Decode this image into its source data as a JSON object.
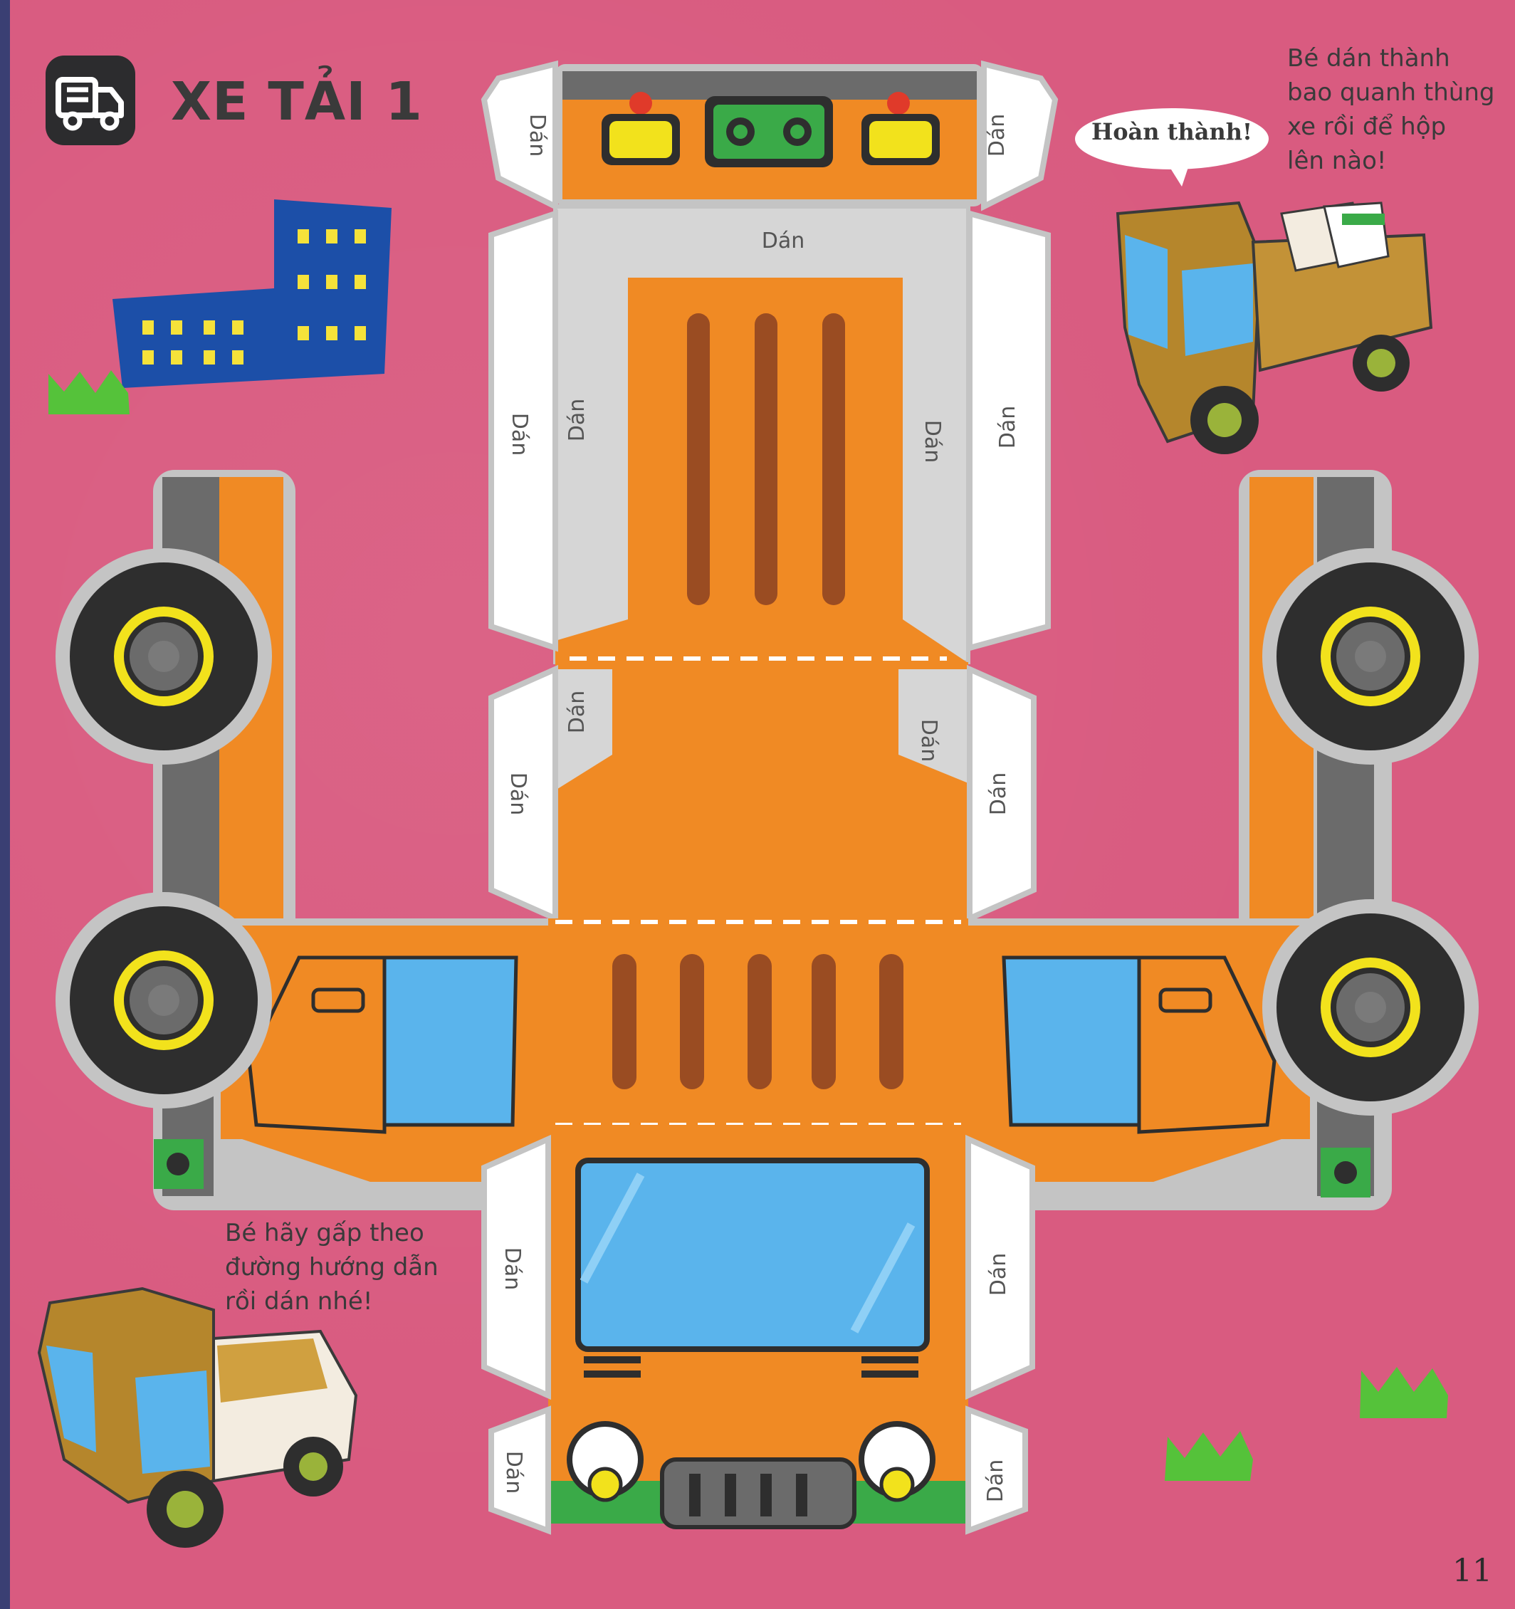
{
  "page": {
    "title": "XE TẢI 1",
    "page_number": "11",
    "glue_label": "Dán",
    "bubble_text": "Hoàn thành!",
    "note_top_right": "Bé dán thành\nbao quanh thùng\nxe rồi để hộp\nlên nào!",
    "note_bottom_left": "Bé hãy gấp theo\nđường hướng dẫn\nrồi dán nhé!",
    "truck_badge_icon": "truck-icon"
  },
  "colors": {
    "background": "#d95b80",
    "truck_body": "#f08a24",
    "glue_tab": "#ffffff",
    "glue_tab_gray": "#d6d6d6",
    "window": "#5ab4ec",
    "chassis": "#6b6b6b",
    "tire": "#2e2e2e",
    "hub": "#f2e21c",
    "grass": "#55c23a",
    "building": "#1c4fa8",
    "building_window": "#f5e23a"
  }
}
